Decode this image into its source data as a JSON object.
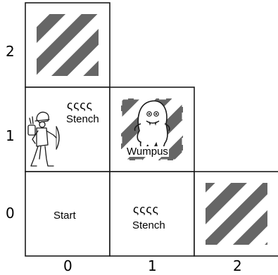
{
  "grid": {
    "row_labels": [
      "2",
      "1",
      "0"
    ],
    "col_labels": [
      "0",
      "1",
      "2"
    ]
  },
  "cells": {
    "start": {
      "text": "Start"
    },
    "stench_a": {
      "text": "Stench",
      "glyph": "ςςςς"
    },
    "stench_b": {
      "text": "Stench",
      "glyph": "ςςςς"
    },
    "wumpus": {
      "text": "Wumpus",
      "icon": "wumpus-icon"
    },
    "agent": {
      "icon": "explorer-icon"
    },
    "pits": {
      "icon": "hatched-pit-icon",
      "color": "#666666"
    }
  },
  "colors": {
    "grid_line": "#1a1a1a",
    "hatch": "#666666",
    "background": "#ffffff"
  }
}
